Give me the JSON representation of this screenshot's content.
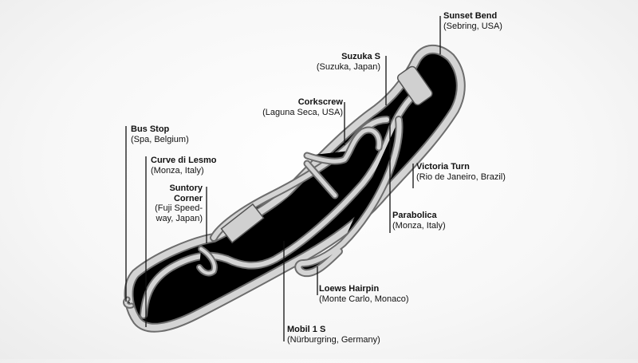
{
  "callouts": [
    {
      "id": "sunset-bend",
      "name": "Sunset Bend",
      "location": "(Sebring, USA)"
    },
    {
      "id": "suzuka-s",
      "name": "Suzuka S",
      "location": "(Suzuka, Japan)"
    },
    {
      "id": "corkscrew",
      "name": "Corkscrew",
      "location": "(Laguna Seca, USA)"
    },
    {
      "id": "bus-stop",
      "name": "Bus Stop",
      "location": "(Spa, Belgium)"
    },
    {
      "id": "curve-di-lesmo",
      "name": "Curve di Lesmo",
      "location": "(Monza, Italy)"
    },
    {
      "id": "suntory-corner",
      "name_lines": [
        "Suntory",
        "Corner"
      ],
      "location_lines": [
        "(Fuji Speed-",
        "way, Japan)"
      ]
    },
    {
      "id": "victoria-turn",
      "name": "Victoria Turn",
      "location": "(Rio de Janeiro, Brazil)"
    },
    {
      "id": "parabolica",
      "name": "Parabolica",
      "location": "(Monza, Italy)"
    },
    {
      "id": "loews-hairpin",
      "name": "Loews Hairpin",
      "location": "(Monte Carlo, Monaco)"
    },
    {
      "id": "mobil-1-s",
      "name": "Mobil 1 S",
      "location": "(Nürburgring, Germany)"
    }
  ]
}
